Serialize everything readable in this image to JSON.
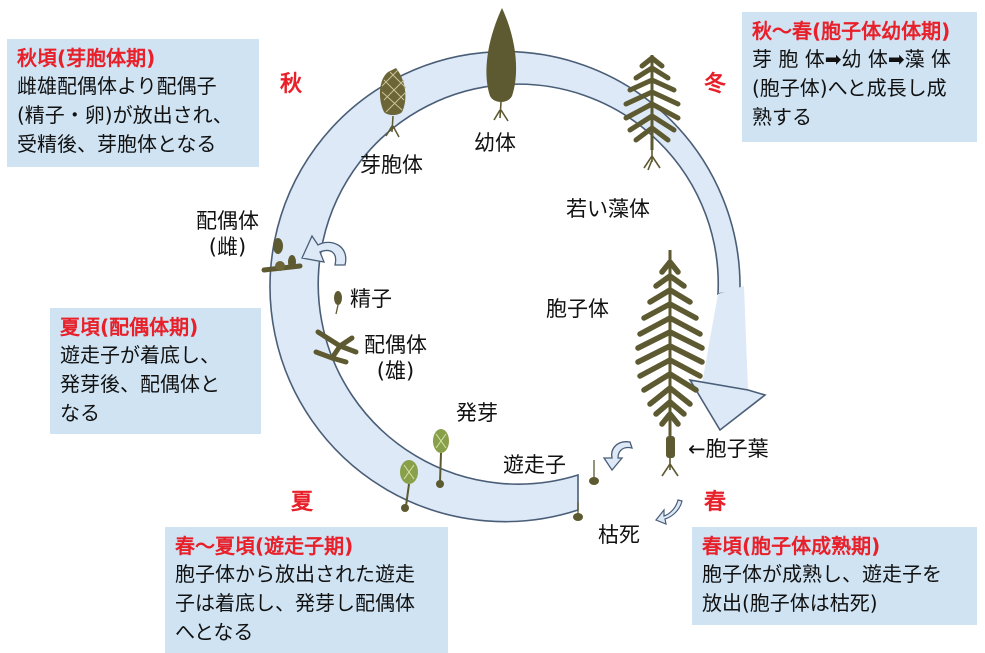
{
  "boxes": {
    "autumn": {
      "title": "秋頃(芽胞体期)",
      "body": "雌雄配偶体より配偶子\n(精子・卵)が放出され、\n受精後、芽胞体となる"
    },
    "winter": {
      "title": "秋～春(胞子体幼体期)",
      "body": "芽 胞 体➡幼 体➡藻 体\n(胞子体)へと成長し成\n熟する"
    },
    "summer_early": {
      "title": "夏頃(配偶体期)",
      "body": "遊走子が着底し、\n発芽後、配偶体と\nなる"
    },
    "spring_summer": {
      "title": "春～夏頃(遊走子期)",
      "body": "胞子体から放出された遊走\n子は着底し、発芽し配偶体\nへとなる"
    },
    "spring": {
      "title": "春頃(胞子体成熟期)",
      "body": "胞子体が成熟し、遊走子を\n放出(胞子体は枯死)"
    }
  },
  "seasons": {
    "autumn": "秋",
    "winter": "冬",
    "summer": "夏",
    "spring": "春"
  },
  "stages": {
    "sporophyte_bud": "芽胞体",
    "juvenile": "幼体",
    "young_thallus": "若い藻体",
    "sporophyte": "胞子体",
    "sporophyll": "←胞子葉",
    "withered": "枯死",
    "zoospore": "遊走子",
    "germination": "発芽",
    "sperm": "精子",
    "gametophyte_male": "配偶体\n(雄)",
    "gametophyte_female": "配偶体\n(雌)"
  },
  "colors": {
    "cycle_fill": "#dde9f6",
    "cycle_stroke": "#4a5e78",
    "alga": "#5d5930",
    "accent_red": "#e8202a",
    "box_bg": "#cfe3f3"
  }
}
